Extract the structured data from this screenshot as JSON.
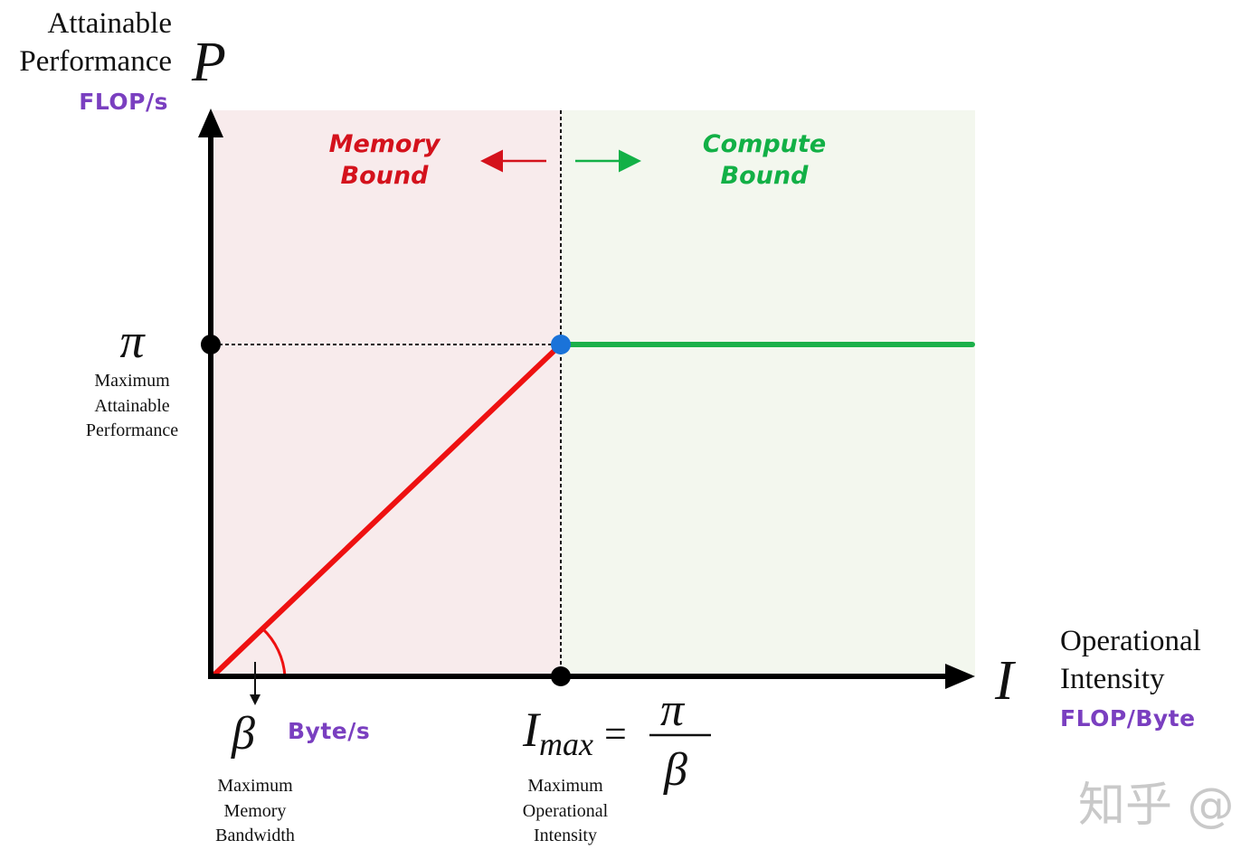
{
  "y_axis": {
    "title_line1": "Attainable",
    "title_line2": "Performance",
    "symbol": "P",
    "unit": "FLOP/s"
  },
  "x_axis": {
    "title_line1": "Operational",
    "title_line2": "Intensity",
    "symbol": "I",
    "unit": "FLOP/Byte"
  },
  "regions": {
    "memory_line1": "Memory",
    "memory_line2": "Bound",
    "compute_line1": "Compute",
    "compute_line2": "Bound"
  },
  "pi": {
    "symbol": "π",
    "desc_line1": "Maximum",
    "desc_line2": "Attainable",
    "desc_line3": "Performance"
  },
  "beta": {
    "symbol": "β",
    "unit": "Byte/s",
    "desc_line1": "Maximum",
    "desc_line2": "Memory",
    "desc_line3": "Bandwidth"
  },
  "imax": {
    "symbol_main": "I",
    "symbol_sub": "max",
    "equals": "=",
    "numerator": "π",
    "denominator": "β",
    "desc_line1": "Maximum",
    "desc_line2": "Operational",
    "desc_line3": "Intensity"
  },
  "watermark": "知乎 @",
  "colors": {
    "memory_region": "#f8ebec",
    "compute_region": "#f3f7ee",
    "memory_line": "#ee1111",
    "compute_line": "#1cb04a",
    "ridge_point": "#1a73d9",
    "unit_text": "#7a3fc0",
    "axis": "#000000"
  }
}
